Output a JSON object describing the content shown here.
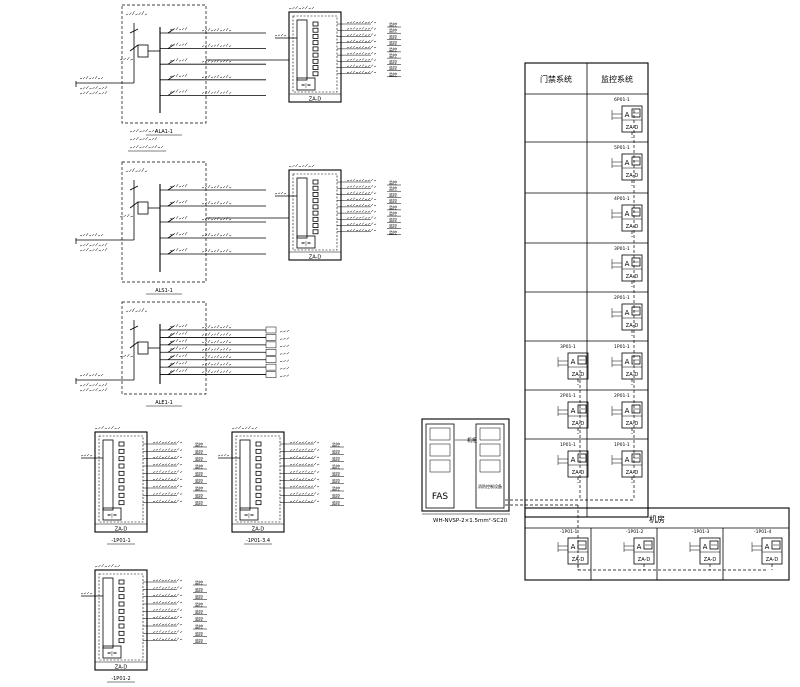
{
  "diagram": {
    "header_left": "门禁系统",
    "header_right": "监控系统",
    "machine_room": "机房",
    "cabinet_fas": "FAS",
    "cabinet_label": "消防控制设备",
    "cable_label": "WH-NVSP-2×1.5mm²-SC20",
    "panel_label": "ZA-D",
    "left_panels": [
      "6P01-1",
      "5P01-1",
      "4P01-1",
      "3P01-1",
      "2P01-1",
      "1P01-1"
    ],
    "right_panels": [
      "6P01-1",
      "5P01-1",
      "4P01-1",
      "3P01-1",
      "2P01-1",
      "1P01-1"
    ],
    "bottom_panels": [
      "-1P01-1",
      "-1P01-2",
      "-1P01-3",
      "-1P01-4"
    ],
    "schematic_captions": [
      "ALA1-1",
      "ALS1-1",
      "ALE1-1"
    ],
    "small_panel_captions": [
      "-1P01-1",
      "-1P01-3.4",
      "-1P01-2"
    ]
  }
}
